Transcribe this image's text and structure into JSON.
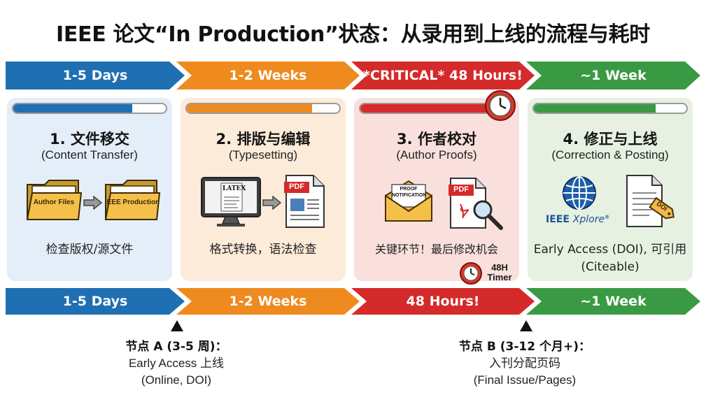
{
  "title": "IEEE 论文“In Production”状态：从录用到上线的流程与耗时",
  "top_timeline": [
    {
      "label": "1-5 Days"
    },
    {
      "label": "1-2 Weeks"
    },
    {
      "label": "*CRITICAL* 48 Hours!"
    },
    {
      "label": "~1 Week"
    }
  ],
  "bottom_timeline": [
    {
      "label": "1-5 Days"
    },
    {
      "label": "1-2 Weeks"
    },
    {
      "label": "48 Hours!"
    },
    {
      "label": "~1 Week"
    }
  ],
  "steps": [
    {
      "title": "1. 文件移交",
      "subtitle": "(Content Transfer)",
      "description": "检查版权/源文件",
      "progress": 0.78,
      "source_folder_label": "Author Files",
      "target_folder_label": "IEEE Production"
    },
    {
      "title": "2. 排版与编辑",
      "subtitle": "(Typesetting)",
      "description": "格式转换，语法检查",
      "progress": 0.82,
      "latex_label": "LATEX",
      "pdf_label": "PDF"
    },
    {
      "title": "3. 作者校对",
      "subtitle": "(Author Proofs)",
      "description": "关键环节！最后修改机会",
      "progress": 0.84,
      "envelope_label_1": "PROOF",
      "envelope_label_2": "NOTIFICATION",
      "pdf_label": "PDF",
      "timer_label_1": "48H",
      "timer_label_2": "Timer"
    },
    {
      "title": "4. 修正与上线",
      "subtitle": "(Correction & Posting)",
      "description_line1": "Early Access (DOI), 可引用",
      "description_line2": "(Citeable)",
      "progress": 0.8,
      "xplore_brand": "IEEE",
      "xplore_product": "Xplore",
      "xplore_mark": "®",
      "doi_tag": "DOI"
    }
  ],
  "milestones": [
    {
      "heading": "节点 A (3-5 周)：",
      "line1": "Early Access 上线",
      "line2": "(Online, DOI)"
    },
    {
      "heading": "节点 B (3-12 个月+)：",
      "line1": "入刊分配页码",
      "line2": "(Final Issue/Pages)"
    }
  ],
  "colors": {
    "step1": "#1f6fb3",
    "step2": "#ef8a1f",
    "step3": "#d42a2a",
    "step4": "#3a9a44"
  },
  "icons": [
    "folder-icon",
    "arrow-right-icon",
    "monitor-icon",
    "pdf-document-icon",
    "envelope-icon",
    "magnifier-icon",
    "clock-icon",
    "globe-icon",
    "document-icon",
    "tag-icon"
  ]
}
